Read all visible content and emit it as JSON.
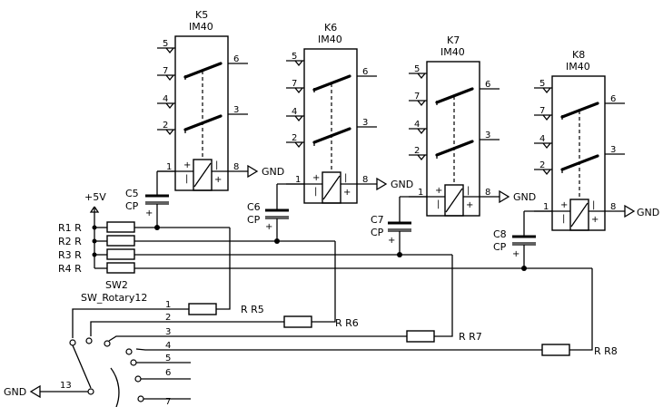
{
  "relays": [
    {
      "ref": "K5",
      "value": "IM40"
    },
    {
      "ref": "K6",
      "value": "IM40"
    },
    {
      "ref": "K7",
      "value": "IM40"
    },
    {
      "ref": "K8",
      "value": "IM40"
    }
  ],
  "relay_pins": {
    "p5": "5",
    "p7": "7",
    "p4": "4",
    "p2": "2",
    "p6": "6",
    "p3": "3",
    "p1": "1",
    "p8": "8"
  },
  "coil_marks": {
    "plus": "+",
    "bar": "|"
  },
  "capacitors": [
    {
      "ref": "C5",
      "value": "CP"
    },
    {
      "ref": "C6",
      "value": "CP"
    },
    {
      "ref": "C7",
      "value": "CP"
    },
    {
      "ref": "C8",
      "value": "CP"
    }
  ],
  "gnd_label": "GND",
  "supply_label": "+5V",
  "resistor_pack_labels": [
    "R1 R",
    "R2 R",
    "R3 R",
    "R4 R"
  ],
  "switch": {
    "ref": "SW2",
    "value": "SW_Rotary12",
    "common_pin": "13",
    "positions": [
      "1",
      "2",
      "3",
      "4",
      "5",
      "6",
      "7"
    ]
  },
  "resistors": [
    {
      "label": "R R5"
    },
    {
      "label": "R R6"
    },
    {
      "label": "R R7"
    },
    {
      "label": "R R8"
    }
  ]
}
